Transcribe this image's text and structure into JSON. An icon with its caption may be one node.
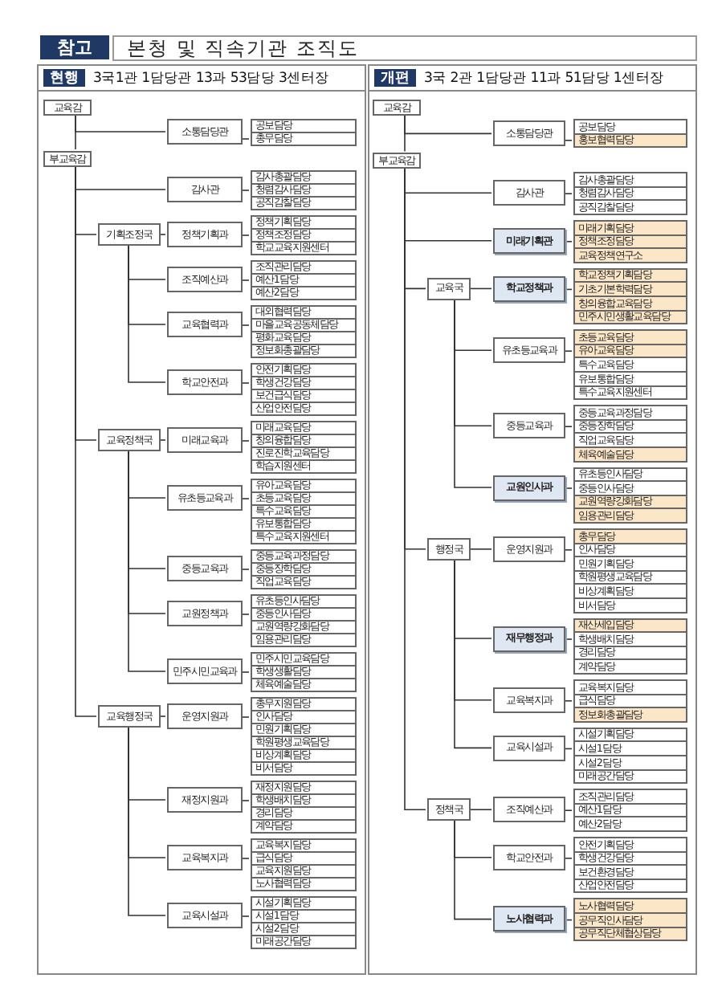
{
  "diagram": {
    "title": "본청 및 직속기관 조직도",
    "labels": [
      "참고"
    ],
    "nodes": [
      {
        "text": [
          "현행",
          "3국1관 1담당관 13과 53담당 3센터장"
        ]
      },
      {
        "text": [
          "교육감"
        ],
        "in": 0
      },
      {
        "text": [
          "소통담당관"
        ],
        "in": 0
      },
      {
        "text": [
          "공보담당"
        ],
        "in": 0
      },
      {
        "text": [
          "총무담당"
        ],
        "in": 0
      },
      {
        "text": [
          "부교육감"
        ],
        "in": 0
      },
      {
        "text": [
          "감사관"
        ],
        "in": 0
      },
      {
        "text": [
          "감사총괄담당"
        ],
        "in": 0
      },
      {
        "text": [
          "청렴감사담당"
        ],
        "in": 0
      },
      {
        "text": [
          "공직감찰담당"
        ],
        "in": 0
      },
      {
        "text": [
          "기획조정국"
        ],
        "in": 0
      },
      {
        "text": [
          "정책기획과"
        ],
        "in": 0
      },
      {
        "text": [
          "정책기획담당"
        ],
        "in": 0
      },
      {
        "text": [
          "정책조정담당"
        ],
        "in": 0
      },
      {
        "text": [
          "학교교육지원센터"
        ],
        "in": 0
      },
      {
        "text": [
          "조직예산과"
        ],
        "in": 0
      },
      {
        "text": [
          "조직관리담당"
        ],
        "in": 0
      },
      {
        "text": [
          "예산1담당"
        ],
        "in": 0
      },
      {
        "text": [
          "예산2담당"
        ],
        "in": 0
      },
      {
        "text": [
          "교육협력과"
        ],
        "in": 0
      },
      {
        "text": [
          "대외협력담당"
        ],
        "in": 0
      },
      {
        "text": [
          "마을교육공동체담당"
        ],
        "in": 0
      },
      {
        "text": [
          "평화교육담당"
        ],
        "in": 0
      },
      {
        "text": [
          "정보화총괄담당"
        ],
        "in": 0
      },
      {
        "text": [
          "학교안전과"
        ],
        "in": 0
      },
      {
        "text": [
          "안전기획담당"
        ],
        "in": 0
      },
      {
        "text": [
          "학생건강담당"
        ],
        "in": 0
      },
      {
        "text": [
          "보건급식담당"
        ],
        "in": 0
      },
      {
        "text": [
          "산업안전담당"
        ],
        "in": 0
      },
      {
        "text": [
          "교육정책국"
        ],
        "in": 0
      },
      {
        "text": [
          "미래교육과"
        ],
        "in": 0
      },
      {
        "text": [
          "미래교육담당"
        ],
        "in": 0
      },
      {
        "text": [
          "창의융합담당"
        ],
        "in": 0
      },
      {
        "text": [
          "진로진학교육담당"
        ],
        "in": 0
      },
      {
        "text": [
          "학습지원센터"
        ],
        "in": 0
      },
      {
        "text": [
          "유초등교육과"
        ],
        "in": 0
      },
      {
        "text": [
          "유아교육담당"
        ],
        "in": 0
      },
      {
        "text": [
          "초등교육담당"
        ],
        "in": 0
      },
      {
        "text": [
          "특수교육담당"
        ],
        "in": 0
      },
      {
        "text": [
          "유보통합담당"
        ],
        "in": 0
      },
      {
        "text": [
          "특수교육지원센터"
        ],
        "in": 0
      },
      {
        "text": [
          "중등교육과"
        ],
        "in": 0
      },
      {
        "text": [
          "중등교육과정담당"
        ],
        "in": 0
      },
      {
        "text": [
          "중등장학담당"
        ],
        "in": 0
      },
      {
        "text": [
          "직업교육담당"
        ],
        "in": 0
      },
      {
        "text": [
          "교원정책과"
        ],
        "in": 0
      },
      {
        "text": [
          "유초등인사담당"
        ],
        "in": 0
      },
      {
        "text": [
          "중등인사담당"
        ],
        "in": 0
      },
      {
        "text": [
          "교원역량강화담당"
        ],
        "in": 0
      },
      {
        "text": [
          "임용관리담당"
        ],
        "in": 0
      },
      {
        "text": [
          "민주시민교육과"
        ],
        "in": 0
      },
      {
        "text": [
          "민주시민교육담당"
        ],
        "in": 0
      },
      {
        "text": [
          "학생생활담당"
        ],
        "in": 0
      },
      {
        "text": [
          "체육예술담당"
        ],
        "in": 0
      },
      {
        "text": [
          "교육행정국"
        ],
        "in": 0
      },
      {
        "text": [
          "운영지원과"
        ],
        "in": 0
      },
      {
        "text": [
          "총무지원담당"
        ],
        "in": 0
      },
      {
        "text": [
          "인사담당"
        ],
        "in": 0
      },
      {
        "text": [
          "민원기획담당"
        ],
        "in": 0
      },
      {
        "text": [
          "학원평생교육담당"
        ],
        "in": 0
      },
      {
        "text": [
          "비상계획담당"
        ],
        "in": 0
      },
      {
        "text": [
          "비서담당"
        ],
        "in": 0
      },
      {
        "text": [
          "재정지원과"
        ],
        "in": 0
      },
      {
        "text": [
          "재정지원담당"
        ],
        "in": 0
      },
      {
        "text": [
          "학생배치담당"
        ],
        "in": 0
      },
      {
        "text": [
          "경리담당"
        ],
        "in": 0
      },
      {
        "text": [
          "계약담당"
        ],
        "in": 0
      },
      {
        "text": [
          "교육복지과"
        ],
        "in": 0
      },
      {
        "text": [
          "교육복지담당"
        ],
        "in": 0
      },
      {
        "text": [
          "급식담당"
        ],
        "in": 0
      },
      {
        "text": [
          "교육지원담당"
        ],
        "in": 0
      },
      {
        "text": [
          "노사협력담당"
        ],
        "in": 0
      },
      {
        "text": [
          "교육시설과"
        ],
        "in": 0
      },
      {
        "text": [
          "시설기획담당"
        ],
        "in": 0
      },
      {
        "text": [
          "시설1담당"
        ],
        "in": 0
      },
      {
        "text": [
          "시설2담당"
        ],
        "in": 0
      },
      {
        "text": [
          "미래공간담당"
        ],
        "in": 0
      },
      {
        "text": [
          "개편",
          "3국 2관 1담당관 11과 51담당 1센터장"
        ]
      },
      {
        "text": [
          "교육감"
        ],
        "in": 77
      },
      {
        "text": [
          "소통담당관"
        ],
        "in": 77
      },
      {
        "text": [
          "공보담당"
        ],
        "in": 77
      },
      {
        "text": [
          "홍보협력담당"
        ],
        "in": 77
      },
      {
        "text": [
          "부교육감"
        ],
        "in": 77
      },
      {
        "text": [
          "감사관"
        ],
        "in": 77
      },
      {
        "text": [
          "감사총괄담당"
        ],
        "in": 77
      },
      {
        "text": [
          "청렴감사담당"
        ],
        "in": 77
      },
      {
        "text": [
          "공직감찰담당"
        ],
        "in": 77
      },
      {
        "text": [
          "미래기획관"
        ],
        "in": 77
      },
      {
        "text": [
          "미래기획담당"
        ],
        "in": 77
      },
      {
        "text": [
          "정책조정담당"
        ],
        "in": 77
      },
      {
        "text": [
          "교육정책연구소"
        ],
        "in": 77
      },
      {
        "text": [
          "교육국"
        ],
        "in": 77
      },
      {
        "text": [
          "학교정책과"
        ],
        "in": 77
      },
      {
        "text": [
          "학교정책기획담당"
        ],
        "in": 77
      },
      {
        "text": [
          "기초기본학력담당"
        ],
        "in": 77
      },
      {
        "text": [
          "창의융합교육담당"
        ],
        "in": 77
      },
      {
        "text": [
          "민주시민생활교육담당"
        ],
        "in": 77
      },
      {
        "text": [
          "유초등교육과"
        ],
        "in": 77
      },
      {
        "text": [
          "초등교육담당"
        ],
        "in": 77
      },
      {
        "text": [
          "유아교육담당"
        ],
        "in": 77
      },
      {
        "text": [
          "특수교육담당"
        ],
        "in": 77
      },
      {
        "text": [
          "유보통합담당"
        ],
        "in": 77
      },
      {
        "text": [
          "특수교육지원센터"
        ],
        "in": 77
      },
      {
        "text": [
          "중등교육과"
        ],
        "in": 77
      },
      {
        "text": [
          "중등교육과정담당"
        ],
        "in": 77
      },
      {
        "text": [
          "중등장학담당"
        ],
        "in": 77
      },
      {
        "text": [
          "직업교육담당"
        ],
        "in": 77
      },
      {
        "text": [
          "체육예술담당"
        ],
        "in": 77
      },
      {
        "text": [
          "교원인사과"
        ],
        "in": 77
      },
      {
        "text": [
          "유초등인사담당"
        ],
        "in": 77
      },
      {
        "text": [
          "중등인사담당"
        ],
        "in": 77
      },
      {
        "text": [
          "교원역량강화담당"
        ],
        "in": 77
      },
      {
        "text": [
          "임용관리담당"
        ],
        "in": 77
      },
      {
        "text": [
          "행정국"
        ],
        "in": 77
      },
      {
        "text": [
          "운영지원과"
        ],
        "in": 77
      },
      {
        "text": [
          "총무담당"
        ],
        "in": 77
      },
      {
        "text": [
          "인사담당"
        ],
        "in": 77
      },
      {
        "text": [
          "민원기획담당"
        ],
        "in": 77
      },
      {
        "text": [
          "학원평생교육담당"
        ],
        "in": 77
      },
      {
        "text": [
          "비상계획담당"
        ],
        "in": 77
      },
      {
        "text": [
          "비서담당"
        ],
        "in": 77
      },
      {
        "text": [
          "재무행정과"
        ],
        "in": 77
      },
      {
        "text": [
          "재산세입담당"
        ],
        "in": 77
      },
      {
        "text": [
          "학생배치담당"
        ],
        "in": 77
      },
      {
        "text": [
          "경리담당"
        ],
        "in": 77
      },
      {
        "text": [
          "계약담당"
        ],
        "in": 77
      },
      {
        "text": [
          "교육복지과"
        ],
        "in": 77
      },
      {
        "text": [
          "교육복지담당"
        ],
        "in": 77
      },
      {
        "text": [
          "급식담당"
        ],
        "in": 77
      },
      {
        "text": [
          "정보화총괄담당"
        ],
        "in": 77
      },
      {
        "text": [
          "교육시설과"
        ],
        "in": 77
      },
      {
        "text": [
          "시설기획담당"
        ],
        "in": 77
      },
      {
        "text": [
          "시설1담당"
        ],
        "in": 77
      },
      {
        "text": [
          "시설2담당"
        ],
        "in": 77
      },
      {
        "text": [
          "미래공간담당"
        ],
        "in": 77
      },
      {
        "text": [
          "정책국"
        ],
        "in": 77
      },
      {
        "text": [
          "조직예산과"
        ],
        "in": 77
      },
      {
        "text": [
          "조직관리담당"
        ],
        "in": 77
      },
      {
        "text": [
          "예산1담당"
        ],
        "in": 77
      },
      {
        "text": [
          "예산2담당"
        ],
        "in": 77
      },
      {
        "text": [
          "학교안전과"
        ],
        "in": 77
      },
      {
        "text": [
          "안전기획담당"
        ],
        "in": 77
      },
      {
        "text": [
          "학생건강담당"
        ],
        "in": 77
      },
      {
        "text": [
          "보건환경담당"
        ],
        "in": 77
      },
      {
        "text": [
          "산업안전담당"
        ],
        "in": 77
      },
      {
        "text": [
          "노사협력과"
        ],
        "in": 77
      },
      {
        "text": [
          "노사협력담당"
        ],
        "in": 77
      },
      {
        "text": [
          "공무직인사담당"
        ],
        "in": 77
      },
      {
        "text": [
          "공무직단체협상담당"
        ],
        "in": 77
      }
    ],
    "edges": [
      {
        "from": 1,
        "to": 5,
        "arrow": "none"
      },
      {
        "from": 1,
        "to": 2,
        "arrow": "none"
      },
      {
        "from": 2,
        "to": 4,
        "arrow": "none"
      },
      {
        "from": 5,
        "to": 6,
        "arrow": "none"
      },
      {
        "from": 6,
        "to": 8,
        "arrow": "none"
      },
      {
        "from": 5,
        "to": 10,
        "arrow": "none"
      },
      {
        "from": 10,
        "to": 11,
        "arrow": "none"
      },
      {
        "from": 11,
        "to": 13,
        "arrow": "none"
      },
      {
        "from": 10,
        "to": 15,
        "arrow": "none"
      },
      {
        "from": 15,
        "to": 17,
        "arrow": "none"
      },
      {
        "from": 10,
        "to": 19,
        "arrow": "none"
      },
      {
        "from": 19,
        "to": 21,
        "arrow": "none"
      },
      {
        "from": 10,
        "to": 24,
        "arrow": "none"
      },
      {
        "from": 24,
        "to": 26,
        "arrow": "none"
      },
      {
        "from": 5,
        "to": 29,
        "arrow": "none"
      },
      {
        "from": 29,
        "to": 30,
        "arrow": "none"
      },
      {
        "from": 30,
        "to": 32,
        "arrow": "none"
      },
      {
        "from": 29,
        "to": 35,
        "arrow": "none"
      },
      {
        "from": 35,
        "to": 37,
        "arrow": "none"
      },
      {
        "from": 29,
        "to": 41,
        "arrow": "none"
      },
      {
        "from": 41,
        "to": 43,
        "arrow": "none"
      },
      {
        "from": 29,
        "to": 45,
        "arrow": "none"
      },
      {
        "from": 45,
        "to": 47,
        "arrow": "none"
      },
      {
        "from": 29,
        "to": 50,
        "arrow": "none"
      },
      {
        "from": 50,
        "to": 52,
        "arrow": "none"
      },
      {
        "from": 5,
        "to": 54,
        "arrow": "none"
      },
      {
        "from": 54,
        "to": 55,
        "arrow": "none"
      },
      {
        "from": 55,
        "to": 57,
        "arrow": "none"
      },
      {
        "from": 54,
        "to": 62,
        "arrow": "none"
      },
      {
        "from": 62,
        "to": 64,
        "arrow": "none"
      },
      {
        "from": 54,
        "to": 67,
        "arrow": "none"
      },
      {
        "from": 67,
        "to": 69,
        "arrow": "none"
      },
      {
        "from": 54,
        "to": 72,
        "arrow": "none"
      },
      {
        "from": 72,
        "to": 74,
        "arrow": "none"
      },
      {
        "from": 78,
        "to": 82,
        "arrow": "none"
      },
      {
        "from": 78,
        "to": 79,
        "arrow": "none"
      },
      {
        "from": 79,
        "to": 81,
        "arrow": "none"
      },
      {
        "from": 82,
        "to": 83,
        "arrow": "none"
      },
      {
        "from": 83,
        "to": 85,
        "arrow": "none"
      },
      {
        "from": 82,
        "to": 87,
        "arrow": "none"
      },
      {
        "from": 87,
        "to": 89,
        "arrow": "none"
      },
      {
        "from": 82,
        "to": 91,
        "arrow": "none"
      },
      {
        "from": 91,
        "to": 92,
        "arrow": "none"
      },
      {
        "from": 92,
        "to": 94,
        "arrow": "none"
      },
      {
        "from": 91,
        "to": 97,
        "arrow": "none"
      },
      {
        "from": 97,
        "to": 99,
        "arrow": "none"
      },
      {
        "from": 91,
        "to": 103,
        "arrow": "none"
      },
      {
        "from": 103,
        "to": 105,
        "arrow": "none"
      },
      {
        "from": 91,
        "to": 108,
        "arrow": "none"
      },
      {
        "from": 108,
        "to": 110,
        "arrow": "none"
      },
      {
        "from": 82,
        "to": 113,
        "arrow": "none"
      },
      {
        "from": 113,
        "to": 114,
        "arrow": "none"
      },
      {
        "from": 114,
        "to": 116,
        "arrow": "none"
      },
      {
        "from": 113,
        "to": 121,
        "arrow": "none"
      },
      {
        "from": 121,
        "to": 123,
        "arrow": "none"
      },
      {
        "from": 113,
        "to": 126,
        "arrow": "none"
      },
      {
        "from": 126,
        "to": 128,
        "arrow": "none"
      },
      {
        "from": 113,
        "to": 130,
        "arrow": "none"
      },
      {
        "from": 130,
        "to": 132,
        "arrow": "none"
      },
      {
        "from": 82,
        "to": 135,
        "arrow": "none"
      },
      {
        "from": 135,
        "to": 136,
        "arrow": "none"
      },
      {
        "from": 136,
        "to": 138,
        "arrow": "none"
      },
      {
        "from": 135,
        "to": 140,
        "arrow": "none"
      },
      {
        "from": 140,
        "to": 142,
        "arrow": "none"
      },
      {
        "from": 135,
        "to": 145,
        "arrow": "none"
      },
      {
        "from": 145,
        "to": 147,
        "arrow": "none"
      }
    ]
  }
}
